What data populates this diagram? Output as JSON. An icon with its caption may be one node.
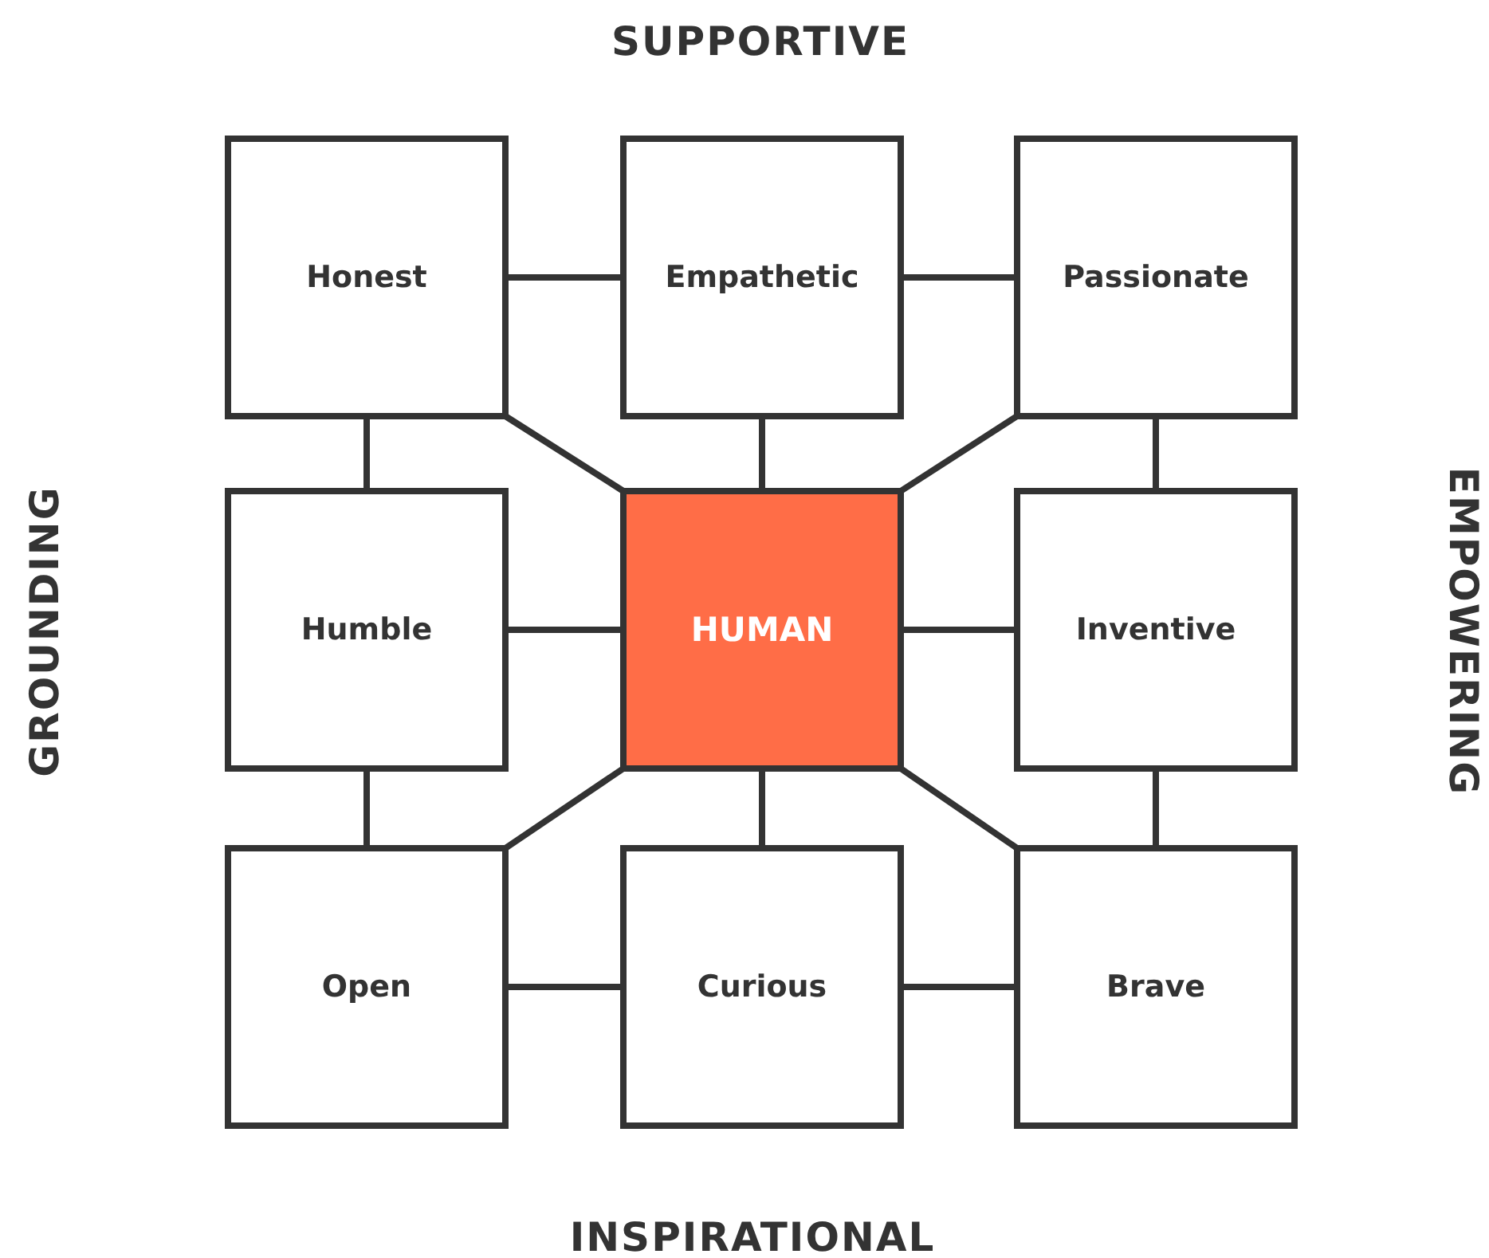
{
  "diagram": {
    "nodes": [
      {
        "text": [
          "Honest"
        ]
      },
      {
        "text": [
          "Empathetic"
        ]
      },
      {
        "text": [
          "Passionate"
        ]
      },
      {
        "text": [
          "Humble"
        ]
      },
      {
        "text": [
          "HUMAN"
        ]
      },
      {
        "text": [
          "Inventive"
        ]
      },
      {
        "text": [
          "Open"
        ]
      },
      {
        "text": [
          "Curious"
        ]
      },
      {
        "text": [
          "Brave"
        ]
      }
    ],
    "edges": [
      {
        "from": 0,
        "to": 1,
        "arrow": "none"
      },
      {
        "from": 1,
        "to": 2,
        "arrow": "none"
      },
      {
        "from": 0,
        "to": 3,
        "arrow": "none"
      },
      {
        "from": 0,
        "to": 4,
        "arrow": "none"
      },
      {
        "from": 1,
        "to": 4,
        "arrow": "none"
      },
      {
        "from": 2,
        "to": 4,
        "arrow": "none"
      },
      {
        "from": 2,
        "to": 5,
        "arrow": "none"
      },
      {
        "from": 3,
        "to": 4,
        "arrow": "none"
      },
      {
        "from": 4,
        "to": 5,
        "arrow": "none"
      },
      {
        "from": 3,
        "to": 6,
        "arrow": "none"
      },
      {
        "from": 4,
        "to": 6,
        "arrow": "none"
      },
      {
        "from": 4,
        "to": 7,
        "arrow": "none"
      },
      {
        "from": 4,
        "to": 8,
        "arrow": "none"
      },
      {
        "from": 5,
        "to": 8,
        "arrow": "none"
      },
      {
        "from": 6,
        "to": 7,
        "arrow": "none"
      },
      {
        "from": 7,
        "to": 8,
        "arrow": "none"
      }
    ],
    "labels": [
      "SUPPORTIVE",
      "GROUNDING",
      "EMPOWERING",
      "INSPIRATIONAL"
    ]
  }
}
